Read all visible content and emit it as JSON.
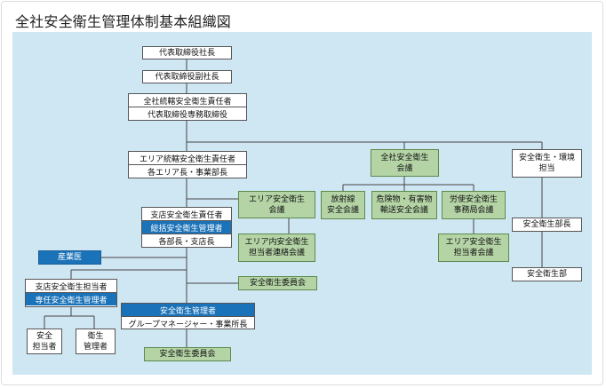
{
  "title": "全社安全衛生管理体制基本組織図",
  "colors": {
    "panel": "#cfe6f3",
    "green": "#b5d4a6",
    "blue": "#1a72b8",
    "line": "#444444"
  },
  "boxes": {
    "president": "代表取締役社長",
    "vice_president": "代表取締役副社長",
    "company_safety_head": "全社統轄安全衛生責任者",
    "managing_director": "代表取締役専務取締役",
    "company_safety_council_line1": "全社安全衛生",
    "company_safety_council_line2": "会議",
    "area_safety_head": "エリア統轄安全衛生責任者",
    "area_heads": "各エリア長・事業部長",
    "area_safety_council_line1": "エリア安全衛生",
    "area_safety_council_line2": "会議",
    "radiation_line1": "放射線",
    "radiation_line2": "安全会議",
    "hazmat_line1": "危険物・有害物",
    "hazmat_line2": "輸送安全会議",
    "labor_line1": "労使安全衛生",
    "labor_line2": "事務局会議",
    "env_line1": "安全衛生・環境",
    "env_line2": "担当",
    "env_dept_head": "安全衛生部長",
    "env_dept": "安全衛生部",
    "branch_safety_head": "支店安全衛生責任者",
    "general_safety_manager": "総括安全衛生管理者",
    "dept_branch_heads": "各部長・支店長",
    "area_liaison_line1": "エリア内安全衛生",
    "area_liaison_line2": "担当者連絡会議",
    "area_officer_line1": "エリア安全衛生",
    "area_officer_line2": "担当者会議",
    "industrial_physician": "産業医",
    "branch_safety_officer": "支店安全衛生担当者",
    "fulltime_safety_manager": "専任安全衛生管理者",
    "safety_committee": "安全衛生委員会",
    "safety_line1": "安全",
    "safety_line2": "担当者",
    "hygiene_line1": "衛生",
    "hygiene_line2": "管理者",
    "safety_manager": "安全衛生管理者",
    "group_manager": "グループマネージャー・事業所長",
    "safety_committee_bottom": "安全衛生委員会"
  }
}
